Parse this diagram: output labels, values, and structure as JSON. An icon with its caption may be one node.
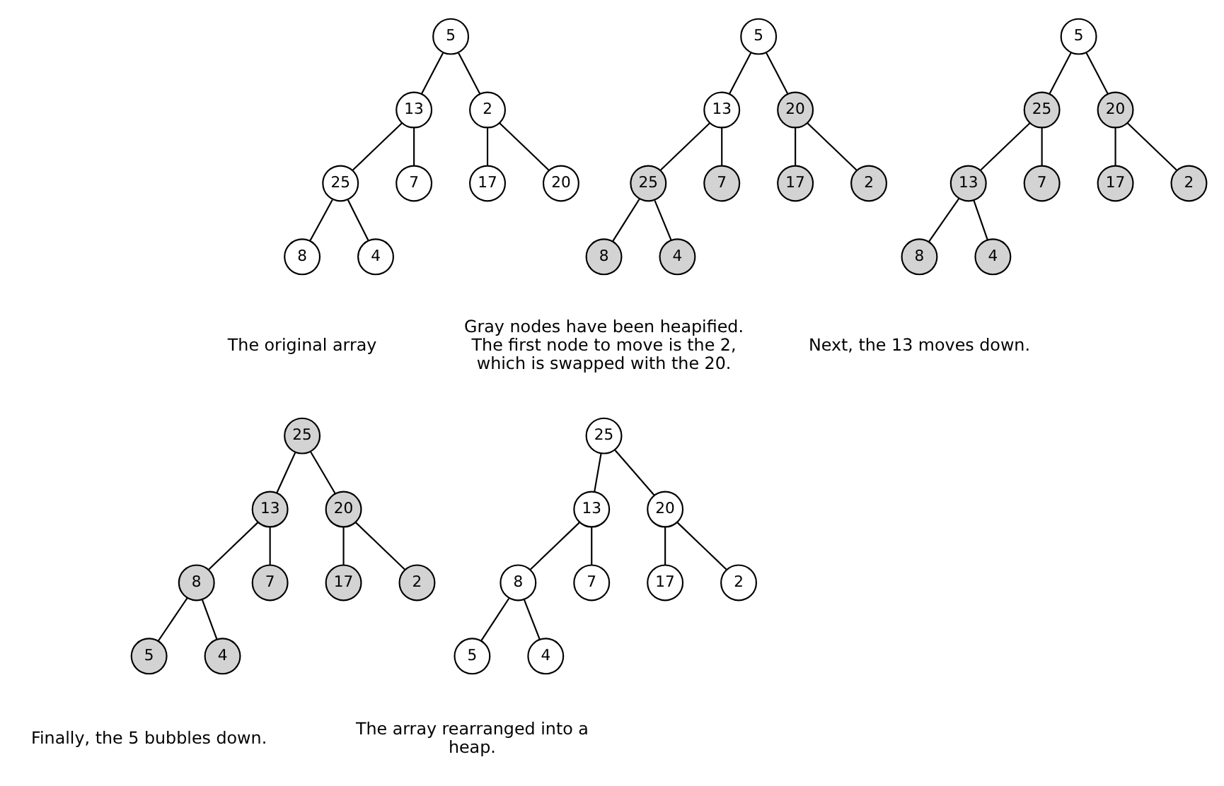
{
  "diagram": {
    "nodes": [
      {
        "text": [
          "5"
        ]
      },
      {
        "text": [
          "13"
        ]
      },
      {
        "text": [
          "2"
        ]
      },
      {
        "text": [
          "25"
        ]
      },
      {
        "text": [
          "7"
        ]
      },
      {
        "text": [
          "17"
        ]
      },
      {
        "text": [
          "20"
        ]
      },
      {
        "text": [
          "8"
        ]
      },
      {
        "text": [
          "4"
        ]
      },
      {
        "text": [
          "5"
        ]
      },
      {
        "text": [
          "13"
        ]
      },
      {
        "text": [
          "20"
        ]
      },
      {
        "text": [
          "25"
        ]
      },
      {
        "text": [
          "7"
        ]
      },
      {
        "text": [
          "17"
        ]
      },
      {
        "text": [
          "2"
        ]
      },
      {
        "text": [
          "8"
        ]
      },
      {
        "text": [
          "4"
        ]
      },
      {
        "text": [
          "5"
        ]
      },
      {
        "text": [
          "25"
        ]
      },
      {
        "text": [
          "20"
        ]
      },
      {
        "text": [
          "13"
        ]
      },
      {
        "text": [
          "7"
        ]
      },
      {
        "text": [
          "17"
        ]
      },
      {
        "text": [
          "2"
        ]
      },
      {
        "text": [
          "8"
        ]
      },
      {
        "text": [
          "4"
        ]
      },
      {
        "text": [
          "25"
        ]
      },
      {
        "text": [
          "13"
        ]
      },
      {
        "text": [
          "20"
        ]
      },
      {
        "text": [
          "8"
        ]
      },
      {
        "text": [
          "7"
        ]
      },
      {
        "text": [
          "17"
        ]
      },
      {
        "text": [
          "2"
        ]
      },
      {
        "text": [
          "5"
        ]
      },
      {
        "text": [
          "4"
        ]
      },
      {
        "text": [
          "25"
        ]
      },
      {
        "text": [
          "13"
        ]
      },
      {
        "text": [
          "20"
        ]
      },
      {
        "text": [
          "8"
        ]
      },
      {
        "text": [
          "7"
        ]
      },
      {
        "text": [
          "17"
        ]
      },
      {
        "text": [
          "2"
        ]
      },
      {
        "text": [
          "5"
        ]
      },
      {
        "text": [
          "4"
        ]
      }
    ],
    "edges": [
      {
        "from": 0,
        "to": 1,
        "arrow": "none"
      },
      {
        "from": 0,
        "to": 2,
        "arrow": "none"
      },
      {
        "from": 1,
        "to": 3,
        "arrow": "none"
      },
      {
        "from": 1,
        "to": 4,
        "arrow": "none"
      },
      {
        "from": 2,
        "to": 5,
        "arrow": "none"
      },
      {
        "from": 2,
        "to": 6,
        "arrow": "none"
      },
      {
        "from": 3,
        "to": 7,
        "arrow": "none"
      },
      {
        "from": 3,
        "to": 8,
        "arrow": "none"
      },
      {
        "from": 9,
        "to": 10,
        "arrow": "none"
      },
      {
        "from": 9,
        "to": 11,
        "arrow": "none"
      },
      {
        "from": 10,
        "to": 12,
        "arrow": "none"
      },
      {
        "from": 10,
        "to": 13,
        "arrow": "none"
      },
      {
        "from": 11,
        "to": 14,
        "arrow": "none"
      },
      {
        "from": 11,
        "to": 15,
        "arrow": "none"
      },
      {
        "from": 12,
        "to": 16,
        "arrow": "none"
      },
      {
        "from": 12,
        "to": 17,
        "arrow": "none"
      },
      {
        "from": 18,
        "to": 19,
        "arrow": "none"
      },
      {
        "from": 18,
        "to": 20,
        "arrow": "none"
      },
      {
        "from": 19,
        "to": 21,
        "arrow": "none"
      },
      {
        "from": 19,
        "to": 22,
        "arrow": "none"
      },
      {
        "from": 20,
        "to": 23,
        "arrow": "none"
      },
      {
        "from": 20,
        "to": 24,
        "arrow": "none"
      },
      {
        "from": 21,
        "to": 25,
        "arrow": "none"
      },
      {
        "from": 21,
        "to": 26,
        "arrow": "none"
      },
      {
        "from": 27,
        "to": 28,
        "arrow": "none"
      },
      {
        "from": 27,
        "to": 29,
        "arrow": "none"
      },
      {
        "from": 28,
        "to": 30,
        "arrow": "none"
      },
      {
        "from": 28,
        "to": 31,
        "arrow": "none"
      },
      {
        "from": 29,
        "to": 32,
        "arrow": "none"
      },
      {
        "from": 29,
        "to": 33,
        "arrow": "none"
      },
      {
        "from": 30,
        "to": 34,
        "arrow": "none"
      },
      {
        "from": 30,
        "to": 35,
        "arrow": "none"
      },
      {
        "from": 36,
        "to": 37,
        "arrow": "none"
      },
      {
        "from": 36,
        "to": 38,
        "arrow": "none"
      },
      {
        "from": 37,
        "to": 39,
        "arrow": "none"
      },
      {
        "from": 37,
        "to": 40,
        "arrow": "none"
      },
      {
        "from": 38,
        "to": 41,
        "arrow": "none"
      },
      {
        "from": 38,
        "to": 42,
        "arrow": "none"
      },
      {
        "from": 39,
        "to": 43,
        "arrow": "none"
      },
      {
        "from": 39,
        "to": 44,
        "arrow": "none"
      }
    ],
    "labels": [
      "The original array",
      "Gray nodes have been heapified. The first node to move is the 2, which is swapped with the 20.",
      "Next, the 13 moves down.",
      "Finally, the 5 bubbles down.",
      "The array rearranged into a heap."
    ]
  }
}
